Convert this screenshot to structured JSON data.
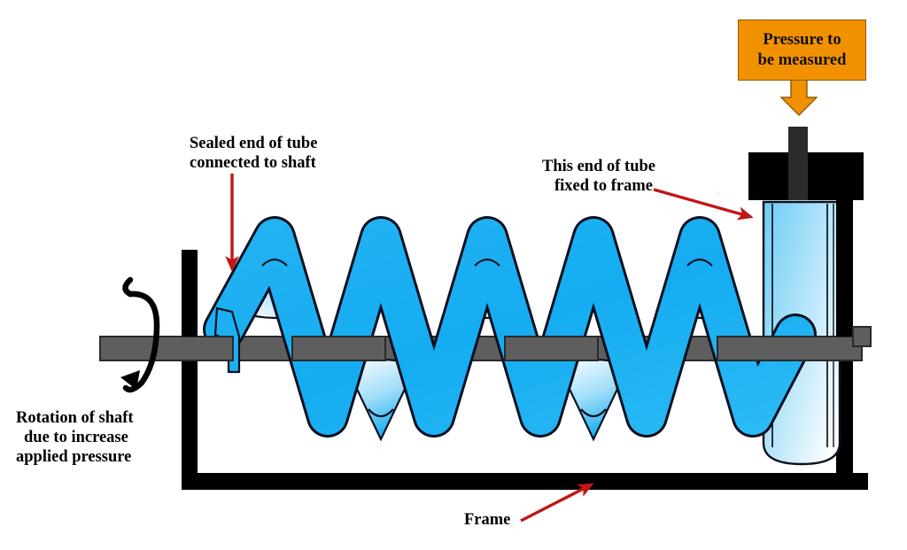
{
  "figure": {
    "title": "Helical tube pressure gauge schematic",
    "background": "#ffffff"
  },
  "colors": {
    "tube_blue": "#1CB0F2",
    "tube_light": "#BDE7FA",
    "shaft_gray": "#5E5E5E",
    "frame_black": "#000000",
    "inlet_gray": "#2B2B2B",
    "callout_orange": "#F29100",
    "arrow_red": "#C01716",
    "outline": "#0A1020"
  },
  "callout": {
    "line1": "Pressure to",
    "line2": "be measured",
    "arrow": "down-arrow-orange"
  },
  "annotations": {
    "sealed_end": {
      "line1": "Sealed end of tube",
      "line2": "connected to shaft",
      "arrow": "red-arrow-down"
    },
    "fixed_end": {
      "line1": "This end of tube",
      "line2": "fixed to frame",
      "arrow": "red-arrow-diagonal-right"
    },
    "rotation": {
      "line1": "Rotation of shaft",
      "line2": "due to increase",
      "line3": "applied pressure",
      "arrow": "black-curved-rotation-arrow"
    },
    "frame": {
      "label": "Frame",
      "arrow": "red-arrow-up-right"
    }
  },
  "parts": {
    "helix_label": "helical-bourdon-tube",
    "shaft_label": "rotating-shaft",
    "frame_label": "support-frame",
    "tube_end_label": "fixed-tube-end",
    "inlet_label": "pressure-inlet-port",
    "cap_label": "end-cap-block"
  }
}
